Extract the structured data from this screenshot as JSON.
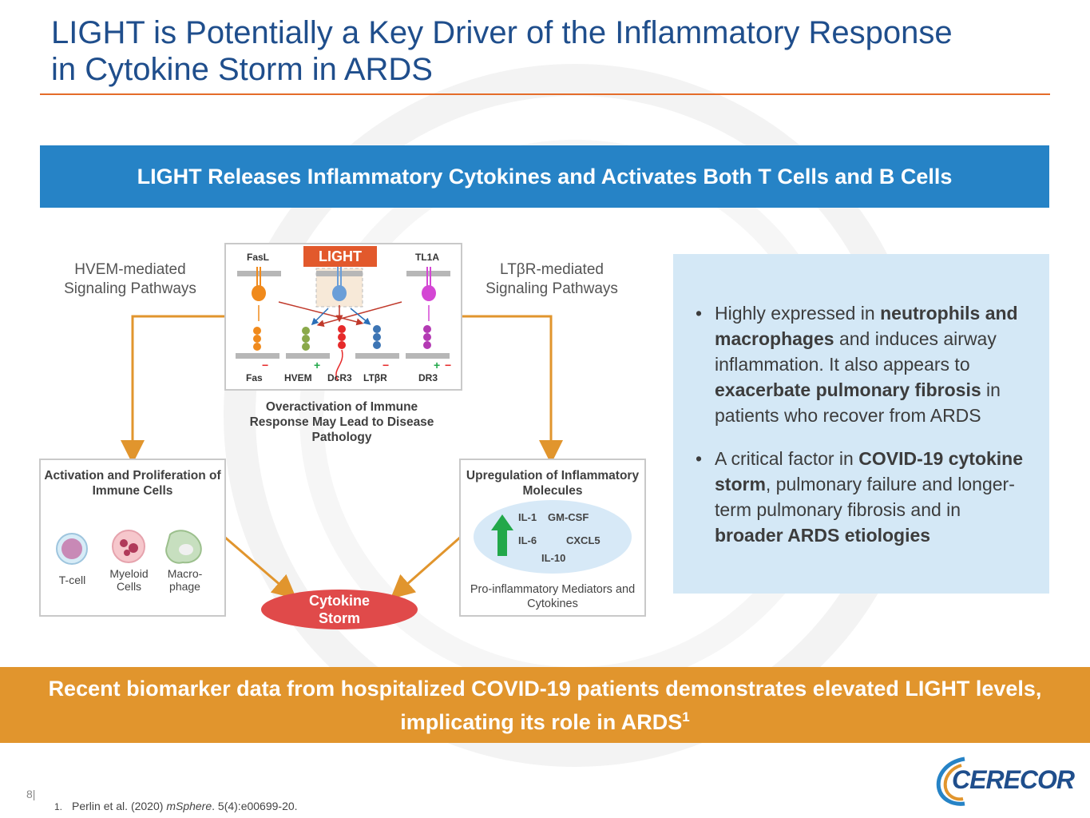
{
  "title": {
    "line1": "LIGHT is Potentially a Key Driver of the Inflammatory Response",
    "line2": "in Cytokine Storm in ARDS"
  },
  "banner": "LIGHT Releases Inflammatory Cytokines and Activates Both T Cells and B Cells",
  "diagram": {
    "left_label_1": "HVEM-mediated",
    "left_label_2": "Signaling Pathways",
    "right_label_1": "LTβR-mediated",
    "right_label_2": "Signaling Pathways",
    "ligands": {
      "fasl": "FasL",
      "light": "LIGHT",
      "tl1a": "TL1A"
    },
    "receptors": {
      "fas": "Fas",
      "hvem": "HVEM",
      "dcr3": "DcR3",
      "ltbr": "LTβR",
      "dr3": "DR3"
    },
    "overactivation": "Overactivation of Immune Response May Lead to Disease Pathology",
    "left_box": {
      "title": "Activation and Proliferation of Immune Cells",
      "cells": [
        "T-cell",
        "Myeloid Cells",
        "Macro- phage"
      ]
    },
    "right_box": {
      "title": "Upregulation of Inflammatory Molecules",
      "molecules": [
        "IL-1",
        "GM-CSF",
        "IL-6",
        "CXCL5",
        "IL-10"
      ],
      "caption": "Pro-inflammatory Mediators and Cytokines"
    },
    "storm": {
      "line1": "Cytokine",
      "line2": "Storm"
    }
  },
  "info": {
    "bullet1": [
      {
        "t": "Highly expressed in ",
        "b": false
      },
      {
        "t": "neutrophils and macrophages",
        "b": true
      },
      {
        "t": " and induces airway inflammation. It also appears to ",
        "b": false
      },
      {
        "t": "exacerbate pulmonary fibrosis",
        "b": true
      },
      {
        "t": " in patients who recover from ARDS",
        "b": false
      }
    ],
    "bullet2": [
      {
        "t": "A critical factor in ",
        "b": false
      },
      {
        "t": "COVID-19 cytokine storm",
        "b": true
      },
      {
        "t": ", pulmonary failure and longer-term pulmonary fibrosis and in ",
        "b": false
      },
      {
        "t": "broader ARDS etiologies",
        "b": true
      }
    ]
  },
  "bottom": {
    "line1": "Recent biomarker data from hospitalized COVID-19 patients demonstrates elevated LIGHT levels,",
    "line2": "implicating its role in ARDS",
    "sup": "1"
  },
  "footer": {
    "page": "8|",
    "ref_num": "1.",
    "ref_pre": "Perlin et al. (2020) ",
    "ref_journal": "mSphere",
    "ref_post": ". 5(4):e00699-20.",
    "logo": "CERECOR"
  },
  "colors": {
    "title": "#1f4e8c",
    "banner": "#2683c6",
    "accent_orange": "#e1952d",
    "light_label": "#e2592c",
    "storm": "#e04a4a",
    "info_bg": "#d4e8f6",
    "up_arrow": "#22a84a"
  }
}
